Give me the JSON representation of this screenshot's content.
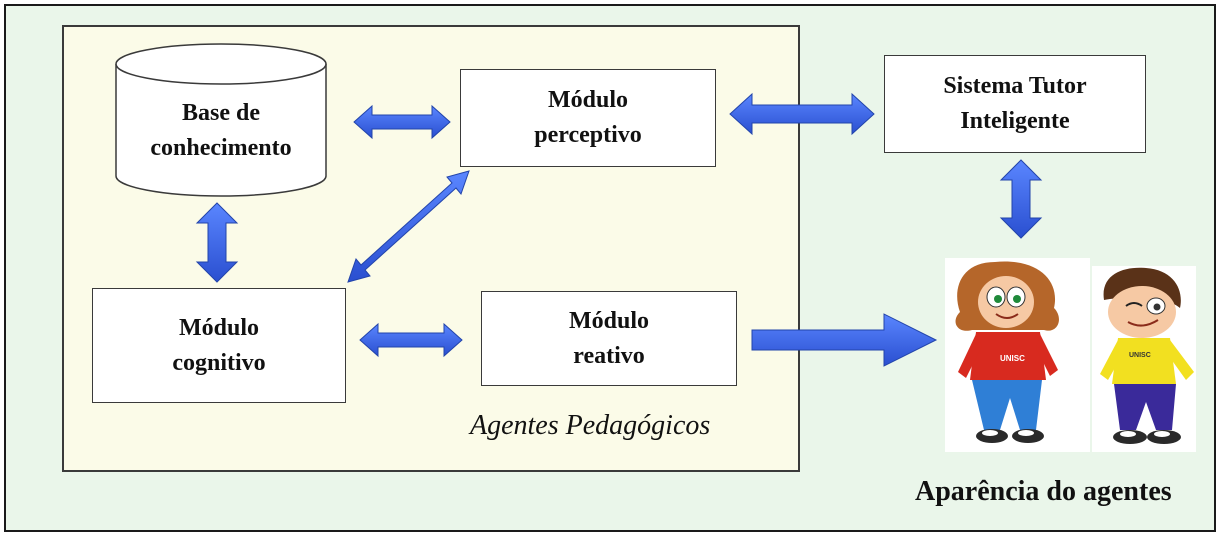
{
  "nodes": {
    "base_conhecimento": "Base de\nconhecimento",
    "modulo_perceptivo": "Módulo\nperceptivo",
    "modulo_cognitivo": "Módulo\ncognitivo",
    "modulo_reativo": "Módulo\nreativo",
    "sistema_tutor": "Sistema Tutor\nInteligente"
  },
  "labels": {
    "group_label": "Agentes Pedagógicos",
    "appearance_label": "Aparência do agentes"
  },
  "edges": [
    {
      "from": "base_conhecimento",
      "to": "modulo_perceptivo",
      "direction": "both"
    },
    {
      "from": "modulo_perceptivo",
      "to": "sistema_tutor",
      "direction": "both"
    },
    {
      "from": "base_conhecimento",
      "to": "modulo_cognitivo",
      "direction": "both"
    },
    {
      "from": "modulo_perceptivo",
      "to": "modulo_cognitivo",
      "direction": "both"
    },
    {
      "from": "modulo_cognitivo",
      "to": "modulo_reativo",
      "direction": "both"
    },
    {
      "from": "sistema_tutor",
      "to": "agent_characters",
      "direction": "both"
    },
    {
      "from": "modulo_reativo",
      "to": "agent_characters",
      "direction": "forward"
    }
  ],
  "badges": {
    "girl_shirt": "UNISC",
    "boy_shirt": "UNISC"
  },
  "colors": {
    "arrow": "#3a66e8",
    "panel_bg": "#fbfbe8",
    "frame_bg": "#eaf6ea"
  }
}
